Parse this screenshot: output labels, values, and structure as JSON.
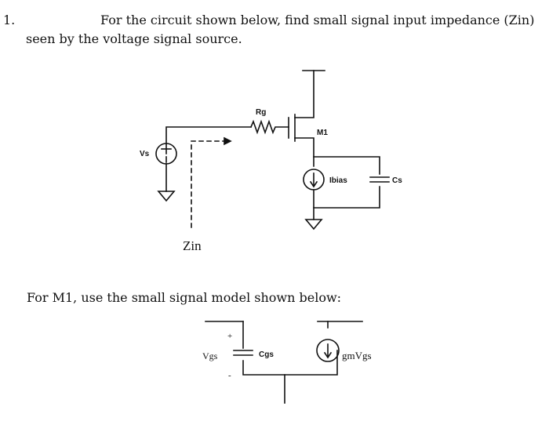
{
  "question": {
    "number": "1.",
    "line1": "For the circuit shown below, find small signal input impedance (Zin)",
    "line2": "seen by the voltage signal source."
  },
  "circuit": {
    "vs_label": "Vs",
    "rg_label": "Rg",
    "m1_label": "M1",
    "ibias_label": "Ibias",
    "cs_label": "Cs",
    "zin_label": "Zin"
  },
  "model": {
    "title": "For M1, use the small signal model shown below:",
    "vgs_label": "Vgs",
    "plus_sign": "+",
    "minus_sign": "-",
    "cgs_label": "Cgs",
    "gm_label": "gmVgs"
  }
}
